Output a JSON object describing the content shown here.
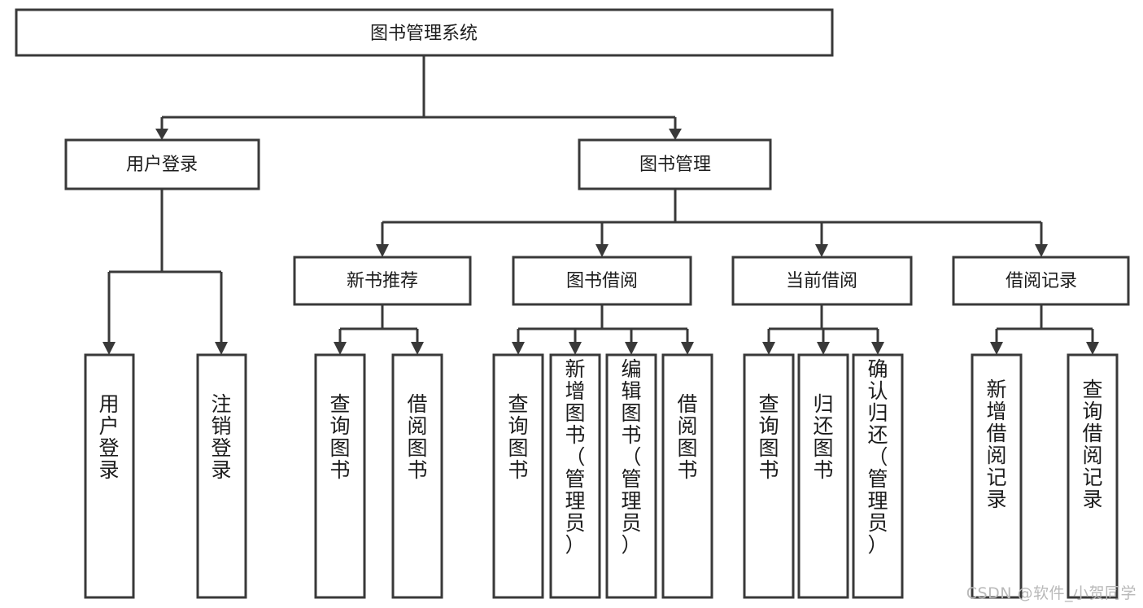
{
  "diagram": {
    "type": "tree",
    "title": "图书管理系统",
    "watermark": "CSDN @软件_小贺同学",
    "colors": {
      "box_stroke": "#393939",
      "box_fill": "#ffffff",
      "text": "#1c1c1c",
      "watermark": "#b9b9b9",
      "background": "#ffffff"
    },
    "levels": {
      "root": {
        "id": "root",
        "label": "图书管理系统",
        "orientation": "horizontal"
      },
      "level2": [
        {
          "id": "user-login",
          "label": "用户登录",
          "orientation": "horizontal"
        },
        {
          "id": "book-manage",
          "label": "图书管理",
          "orientation": "horizontal"
        }
      ],
      "level3": [
        {
          "id": "new-book-recommend",
          "label": "新书推荐",
          "orientation": "horizontal",
          "parent": "book-manage"
        },
        {
          "id": "book-borrow",
          "label": "图书借阅",
          "orientation": "horizontal",
          "parent": "book-manage"
        },
        {
          "id": "current-borrow",
          "label": "当前借阅",
          "orientation": "horizontal",
          "parent": "book-manage"
        },
        {
          "id": "borrow-record",
          "label": "借阅记录",
          "orientation": "horizontal",
          "parent": "book-manage"
        }
      ],
      "leaves": [
        {
          "id": "leaf-user-login",
          "label": "用户登录",
          "orientation": "vertical",
          "parent": "user-login"
        },
        {
          "id": "leaf-logout-login",
          "label": "注销登录",
          "orientation": "vertical",
          "parent": "user-login"
        },
        {
          "id": "leaf-query-book-1",
          "label": "查询图书",
          "orientation": "vertical",
          "parent": "new-book-recommend"
        },
        {
          "id": "leaf-borrow-book-1",
          "label": "借阅图书",
          "orientation": "vertical",
          "parent": "new-book-recommend"
        },
        {
          "id": "leaf-query-book-2",
          "label": "查询图书",
          "orientation": "vertical",
          "parent": "book-borrow"
        },
        {
          "id": "leaf-add-book",
          "label": "新增图书（管理员）",
          "orientation": "vertical",
          "parent": "book-borrow"
        },
        {
          "id": "leaf-edit-book",
          "label": "编辑图书（管理员）",
          "orientation": "vertical",
          "parent": "book-borrow"
        },
        {
          "id": "leaf-borrow-book-2",
          "label": "借阅图书",
          "orientation": "vertical",
          "parent": "book-borrow"
        },
        {
          "id": "leaf-query-book-3",
          "label": "查询图书",
          "orientation": "vertical",
          "parent": "current-borrow"
        },
        {
          "id": "leaf-return-book",
          "label": "归还图书",
          "orientation": "vertical",
          "parent": "current-borrow"
        },
        {
          "id": "leaf-confirm-return",
          "label": "确认归还（管理员）",
          "orientation": "vertical",
          "parent": "current-borrow"
        },
        {
          "id": "leaf-add-record",
          "label": "新增借阅记录",
          "orientation": "vertical",
          "parent": "borrow-record"
        },
        {
          "id": "leaf-query-record",
          "label": "查询借阅记录",
          "orientation": "vertical",
          "parent": "borrow-record"
        }
      ]
    }
  }
}
